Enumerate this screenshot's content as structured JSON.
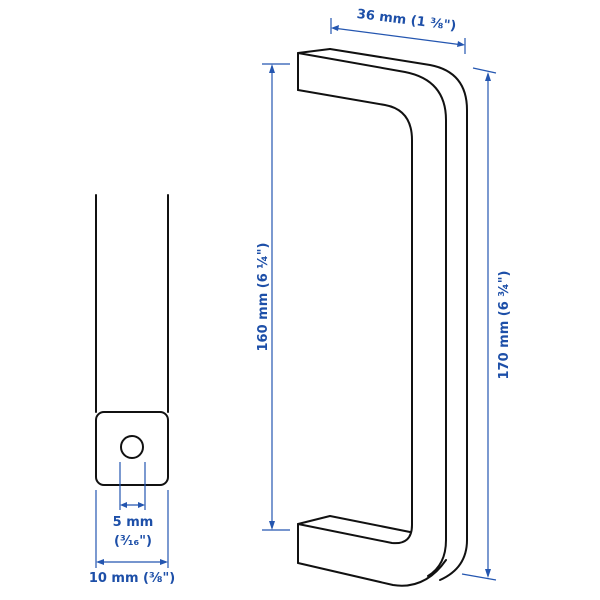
{
  "dimensions": {
    "width": "36 mm (1 ⅜\")",
    "inner_height": "160 mm (6 ¼\")",
    "outer_height": "170 mm (6 ¾\")",
    "hole_diameter_line1": "5 mm",
    "hole_diameter_line2": "(³⁄₁₆\")",
    "thickness": "10 mm (⅜\")"
  },
  "colors": {
    "dimension": "#1d4fa8",
    "outline": "#111111"
  }
}
